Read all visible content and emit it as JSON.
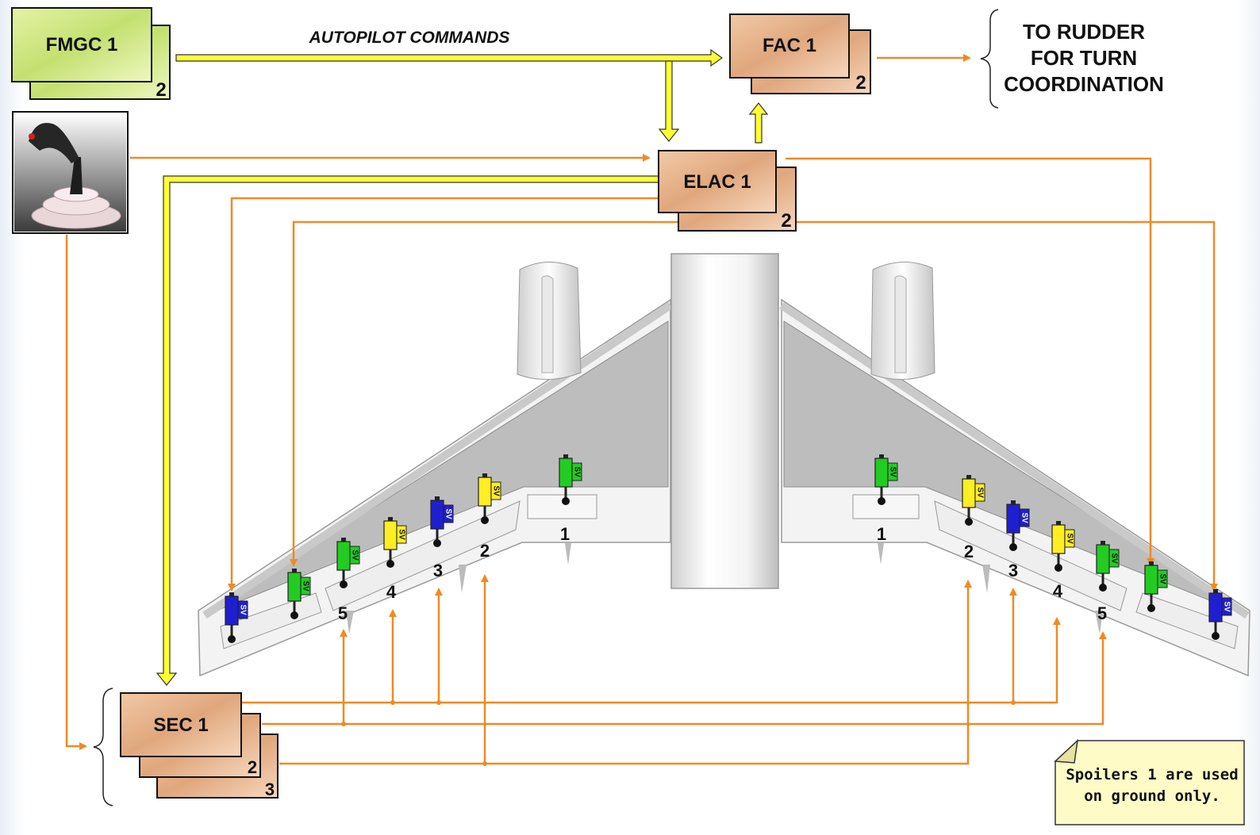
{
  "header": {
    "autopilot_label": "AUTOPILOT COMMANDS",
    "rudder_line1": "TO RUDDER",
    "rudder_line2": "FOR TURN",
    "rudder_line3": "COORDINATION"
  },
  "computers": {
    "fmgc": {
      "name": "FMGC 1",
      "second": "2"
    },
    "fac": {
      "name": "FAC 1",
      "second": "2"
    },
    "elac": {
      "name": "ELAC 1",
      "second": "2"
    },
    "sec": {
      "name": "SEC 1",
      "second": "2",
      "third": "3"
    }
  },
  "actuators": {
    "sv_label": "SV"
  },
  "spoilers": {
    "left": [
      "1",
      "2",
      "3",
      "4",
      "5"
    ],
    "right": [
      "1",
      "2",
      "3",
      "4",
      "5"
    ]
  },
  "note": {
    "line1": "Spoilers 1 are used",
    "line2": "on ground only."
  },
  "colors": {
    "signal_yellow": "#ffff33",
    "signal_orange": "#f08a24",
    "actuator_green": "#22cc22",
    "actuator_yellow": "#ffee22",
    "actuator_blue": "#1f1fd0"
  }
}
